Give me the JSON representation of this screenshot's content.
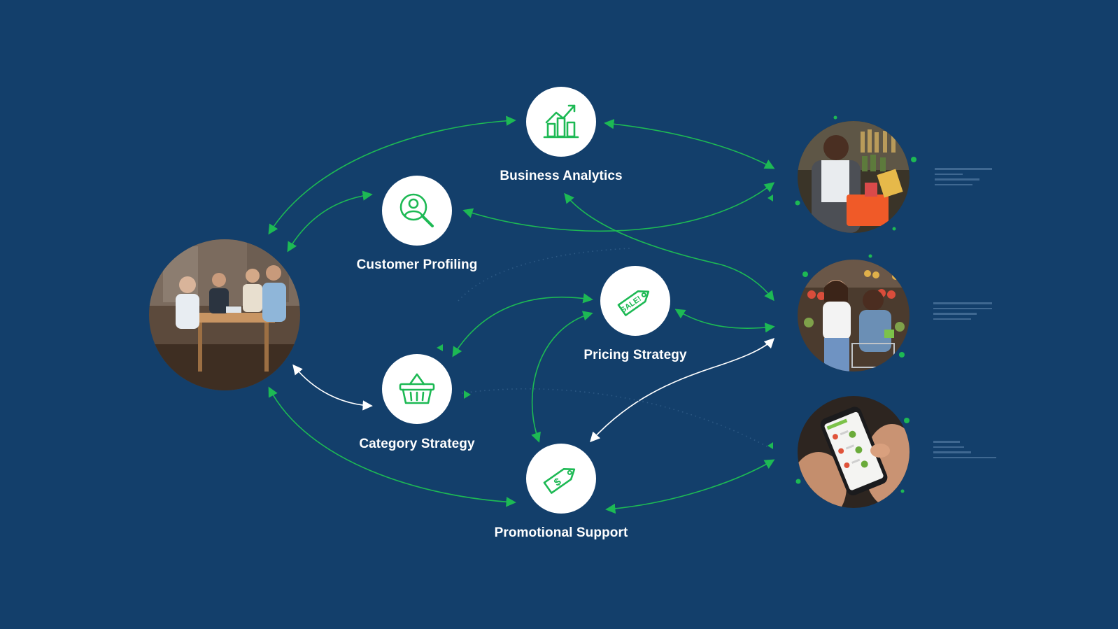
{
  "colors": {
    "background": "#133f6b",
    "accent_green": "#1db954",
    "node_fill": "#ffffff",
    "label_text": "#ffffff",
    "white_arrow": "#ffffff"
  },
  "nodes": {
    "business_analytics": {
      "label": "Business Analytics",
      "icon": "bar-chart-trend-icon"
    },
    "customer_profiling": {
      "label": "Customer Profiling",
      "icon": "person-magnifier-icon"
    },
    "pricing_strategy": {
      "label": "Pricing Strategy",
      "icon": "sale-tag-icon"
    },
    "category_strategy": {
      "label": "Category Strategy",
      "icon": "shopping-basket-icon"
    },
    "promotional_support": {
      "label": "Promotional Support",
      "icon": "dollar-tag-icon"
    }
  },
  "photos": {
    "team": {
      "subject": "team-meeting-photo"
    },
    "store_worker": {
      "subject": "store-worker-photo"
    },
    "shopping_couple": {
      "subject": "shopping-couple-photo"
    },
    "mobile_app": {
      "subject": "mobile-grocery-app-photo"
    }
  }
}
